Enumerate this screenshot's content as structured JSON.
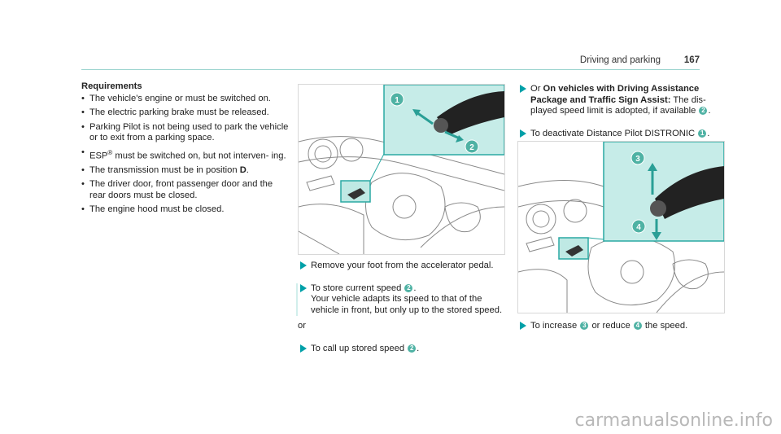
{
  "header": {
    "section": "Driving and parking",
    "page": "167"
  },
  "requirements": {
    "title": "Requirements",
    "items": [
      "The vehicle's engine or must be switched on.",
      "The electric parking brake must be released.",
      "Parking Pilot is not being used to park the vehicle or to exit from a parking space.",
      "must be switched on, but not interven- ing.",
      "The transmission must be in position",
      "The driver door, front passenger door and the rear doors must be closed.",
      "The engine hood must be closed."
    ],
    "esp": "ESP",
    "reg": "®",
    "position": "D"
  },
  "col2": {
    "step1": "Remove your foot from the accelerator pedal.",
    "step2a": "To store current speed",
    "step2b": "Your vehicle adapts its speed to that of the vehicle in front, but only up to the stored speed.",
    "or": "or",
    "step3": "To call up stored speed"
  },
  "col3": {
    "step1_or": "Or",
    "step1_bold": "On vehicles with Driving Assistance Package and Traffic Sign Assist:",
    "step1_rest": "The dis- played speed limit is adopted, if available",
    "step2": "To deactivate Distance Pilot DISTRONIC",
    "step3_a": "To increase",
    "step3_b": "or reduce",
    "step3_c": "the speed."
  },
  "badges": {
    "n1": "1",
    "n2": "2",
    "n3": "3",
    "n4": "4"
  },
  "colors": {
    "accent": "#00a0a8",
    "inset": "#c6ece8",
    "badge": "#4fb2a4"
  },
  "watermark": "carmanualsonline.info"
}
